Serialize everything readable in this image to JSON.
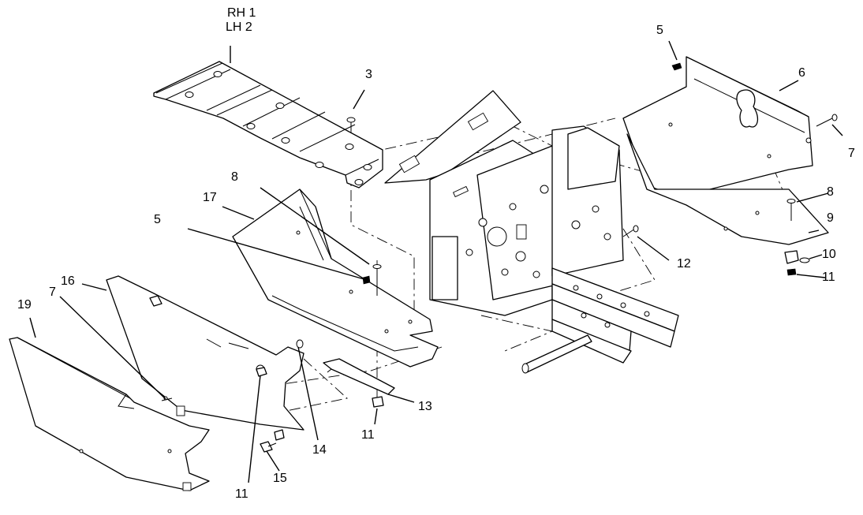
{
  "labels": {
    "rh": "RH 1",
    "lh": "LH 2",
    "n3": "3",
    "n5_top": "5",
    "n6": "6",
    "n7_right": "7",
    "n8_right": "8",
    "n9": "9",
    "n10": "10",
    "n11_right": "11",
    "n12": "12",
    "n8_left": "8",
    "n17": "17",
    "n5_left": "5",
    "n16": "16",
    "n19": "19",
    "n7_left": "7",
    "n13": "13",
    "n11_mid": "11",
    "n14": "14",
    "n15": "15",
    "n11_bottom": "11"
  }
}
